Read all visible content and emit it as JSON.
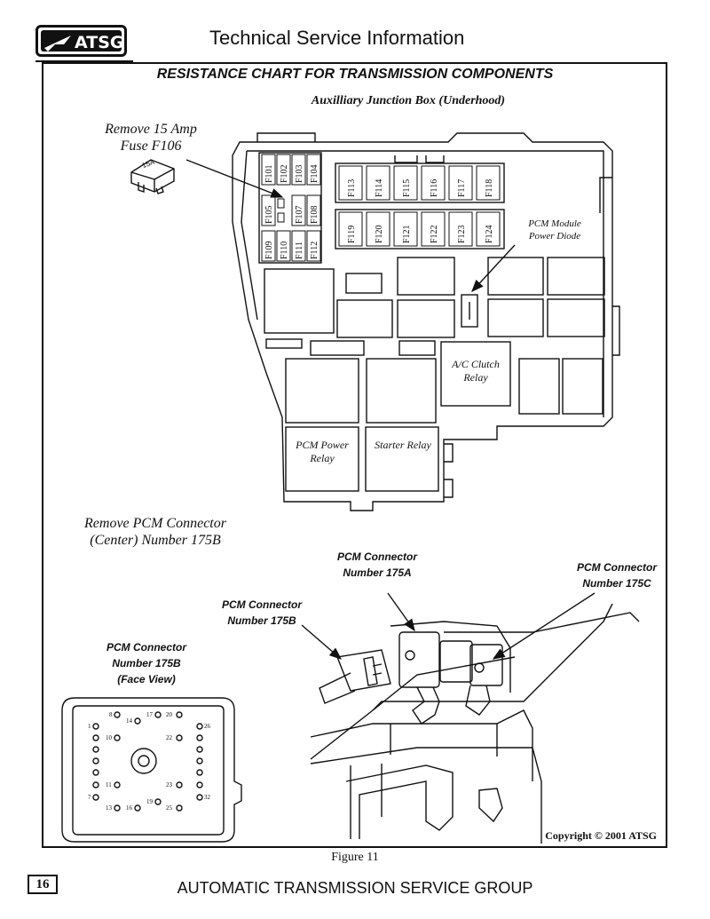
{
  "header": {
    "logo_text": "ATSG",
    "title": "Technical Service Information"
  },
  "chart_title": "RESISTANCE CHART FOR TRANSMISSION COMPONENTS",
  "junction_box": {
    "title": "Auxilliary Junction Box (Underhood)",
    "fuses_small": [
      "F101",
      "F102",
      "F103",
      "F104",
      "F105",
      "F107",
      "F108",
      "F109",
      "F110",
      "F111",
      "F112"
    ],
    "fuses_large_top": [
      "F113",
      "F114",
      "F115",
      "F116",
      "F117",
      "F118"
    ],
    "fuses_large_bottom": [
      "F119",
      "F120",
      "F121",
      "F122",
      "F123",
      "F124"
    ],
    "diode_label": "PCM Module Power Diode",
    "ac_relay_label": "A/C Clutch Relay",
    "pcm_relay_label": "PCM Power Relay",
    "starter_relay_label": "Starter Relay"
  },
  "annotations": {
    "remove_fuse": "Remove 15 Amp Fuse F106",
    "fuse_rating": "15A",
    "remove_connector": "Remove PCM Connector (Center) Number 175B",
    "connector_175a": "PCM Connector Number 175A",
    "connector_175c": "PCM Connector Number 175C",
    "connector_175b": "PCM Connector Number 175B",
    "connector_face": "PCM Connector Number 175B (Face View)"
  },
  "connector_pins": [
    "1",
    "7",
    "8",
    "10",
    "11",
    "13",
    "14",
    "16",
    "17",
    "19",
    "20",
    "22",
    "23",
    "25",
    "26",
    "32"
  ],
  "copyright": "Copyright © 2001 ATSG",
  "figure_caption": "Figure 11",
  "footer": {
    "page_number": "16",
    "company": "AUTOMATIC TRANSMISSION SERVICE GROUP"
  }
}
